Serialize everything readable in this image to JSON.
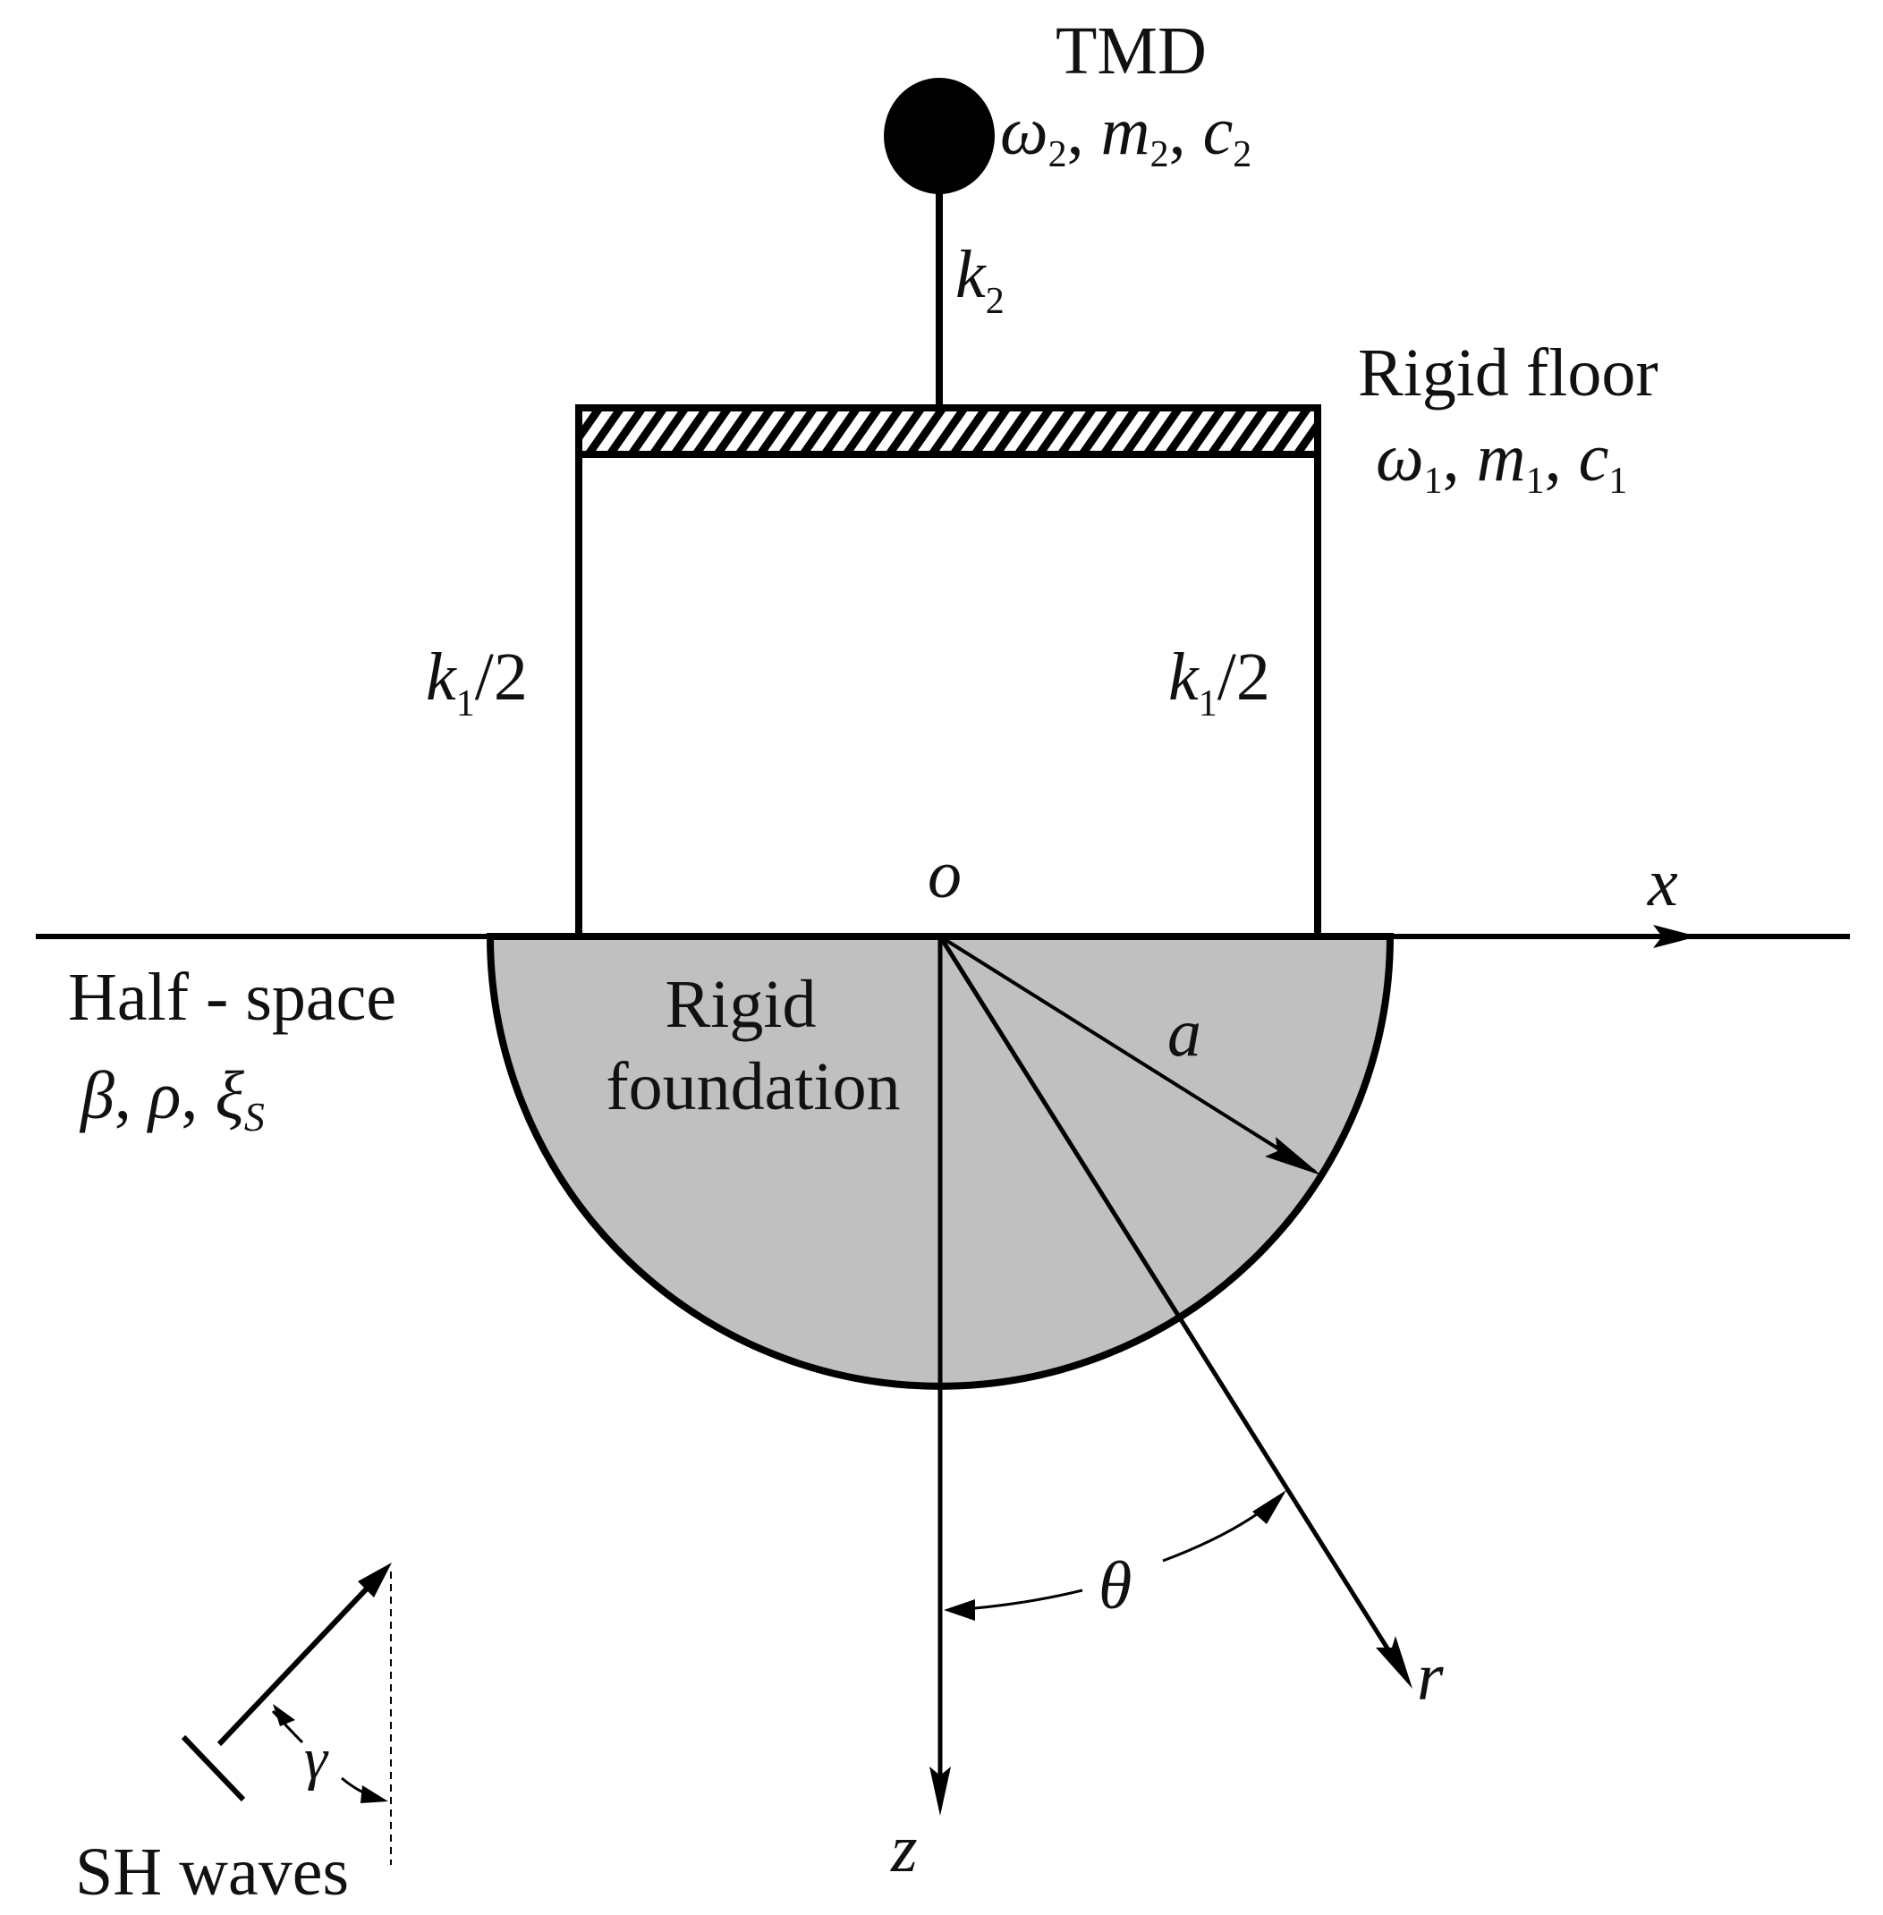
{
  "tmd": {
    "title": "TMD",
    "params": {
      "omega": "ω",
      "m": "m",
      "c": "c",
      "sub": "2"
    },
    "spring": {
      "k": "k",
      "sub": "2"
    }
  },
  "floor": {
    "title": "Rigid floor",
    "params": {
      "omega": "ω",
      "m": "m",
      "c": "c",
      "sub": "1"
    }
  },
  "columns": {
    "k": "k",
    "sub": "1",
    "suffix": "/2"
  },
  "axes": {
    "origin": "o",
    "x": "x",
    "z": "z",
    "r": "r",
    "theta": "θ"
  },
  "radius": "a",
  "foundation": {
    "line1": "Rigid",
    "line2": "foundation",
    "fill": "#c0c0c0"
  },
  "half_space": {
    "title": "Half - space",
    "params": {
      "beta": "β",
      "rho": "ρ",
      "xi": "ξ",
      "xi_sub": "S"
    }
  },
  "waves": {
    "label": "SH waves",
    "angle": "γ"
  },
  "sep": ", "
}
